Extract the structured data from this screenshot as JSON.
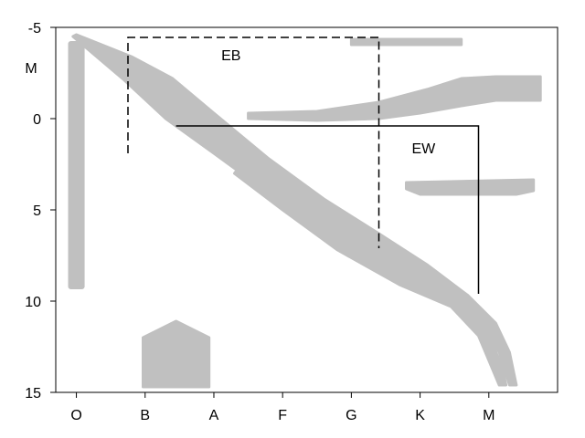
{
  "chart_data": {
    "type": "scatter",
    "title": "",
    "xlabel": "",
    "ylabel": "M",
    "x_categories": [
      "O",
      "B",
      "A",
      "F",
      "G",
      "K",
      "M"
    ],
    "xlim": [
      -0.3,
      7.0
    ],
    "ylim": [
      -5,
      15
    ],
    "y_inverted": true,
    "y_ticks": [
      -5,
      0,
      5,
      10,
      15
    ],
    "grid": false,
    "legend": "none",
    "colors": {
      "band": "#c0c0c0",
      "box": "#000000",
      "background": "#ffffff"
    },
    "regions": {
      "main_sequence_band": [
        [
          0.0,
          -4.6
        ],
        [
          0.8,
          -3.4
        ],
        [
          1.4,
          -2.2
        ],
        [
          2.0,
          -0.3
        ],
        [
          2.8,
          2.2
        ],
        [
          3.6,
          4.4
        ],
        [
          4.4,
          6.3
        ],
        [
          5.1,
          8.0
        ],
        [
          5.7,
          9.7
        ],
        [
          6.1,
          11.2
        ],
        [
          6.3,
          12.8
        ],
        [
          6.4,
          14.6
        ],
        [
          6.3,
          14.6
        ],
        [
          6.15,
          12.8
        ],
        [
          5.9,
          11.3
        ],
        [
          5.3,
          9.9
        ],
        [
          4.5,
          8.3
        ],
        [
          3.6,
          6.2
        ],
        [
          2.8,
          4.1
        ],
        [
          2.0,
          1.9
        ],
        [
          1.3,
          0.0
        ],
        [
          0.7,
          -2.1
        ],
        [
          -0.05,
          -4.5
        ]
      ],
      "lower_sequence_band": [
        [
          2.4,
          2.5
        ],
        [
          3.2,
          4.5
        ],
        [
          4.1,
          6.6
        ],
        [
          5.0,
          8.6
        ],
        [
          5.7,
          10.2
        ],
        [
          6.0,
          11.8
        ],
        [
          6.2,
          13.7
        ],
        [
          6.25,
          14.6
        ],
        [
          6.15,
          14.6
        ],
        [
          6.05,
          13.7
        ],
        [
          5.85,
          11.9
        ],
        [
          5.45,
          10.3
        ],
        [
          4.7,
          9.1
        ],
        [
          3.8,
          7.2
        ],
        [
          3.0,
          5.0
        ],
        [
          2.3,
          3.0
        ]
      ],
      "giant_branch_band": [
        [
          2.5,
          -0.3
        ],
        [
          3.5,
          -0.4
        ],
        [
          4.4,
          -0.9
        ],
        [
          5.1,
          -1.6
        ],
        [
          5.6,
          -2.2
        ],
        [
          6.1,
          -2.3
        ],
        [
          6.75,
          -2.3
        ],
        [
          6.75,
          -1.0
        ],
        [
          6.1,
          -1.0
        ],
        [
          5.6,
          -0.7
        ],
        [
          5.0,
          -0.3
        ],
        [
          4.4,
          -0.0
        ],
        [
          3.5,
          0.1
        ],
        [
          2.5,
          0.0
        ]
      ],
      "upper_giant_band": [
        [
          4.0,
          -4.35
        ],
        [
          5.6,
          -4.35
        ],
        [
          5.6,
          -4.05
        ],
        [
          4.0,
          -4.05
        ]
      ],
      "right_horizontal_band": [
        [
          4.8,
          3.5
        ],
        [
          6.65,
          3.35
        ],
        [
          6.65,
          3.95
        ],
        [
          6.4,
          4.15
        ],
        [
          5.0,
          4.15
        ],
        [
          4.8,
          3.85
        ]
      ],
      "left_vertical_band": [
        [
          -0.08,
          -4.1
        ],
        [
          0.08,
          -4.1
        ],
        [
          0.08,
          9.2
        ],
        [
          -0.08,
          9.2
        ]
      ],
      "rounded_block": [
        [
          0.97,
          14.7
        ],
        [
          1.93,
          14.7
        ],
        [
          1.93,
          12.0
        ],
        [
          1.45,
          11.1
        ],
        [
          0.97,
          12.0
        ]
      ]
    },
    "annotations": [
      {
        "text": "EB",
        "x": 2.25,
        "y": -3.2
      },
      {
        "text": "EW",
        "x": 5.05,
        "y": 1.9
      }
    ],
    "eb_box": [
      [
        0.75,
        1.9
      ],
      [
        0.75,
        -4.45
      ],
      [
        4.4,
        -4.45
      ],
      [
        4.4,
        7.1
      ]
    ],
    "ew_box": [
      [
        1.45,
        0.4
      ],
      [
        5.85,
        0.4
      ],
      [
        5.85,
        9.6
      ]
    ]
  }
}
